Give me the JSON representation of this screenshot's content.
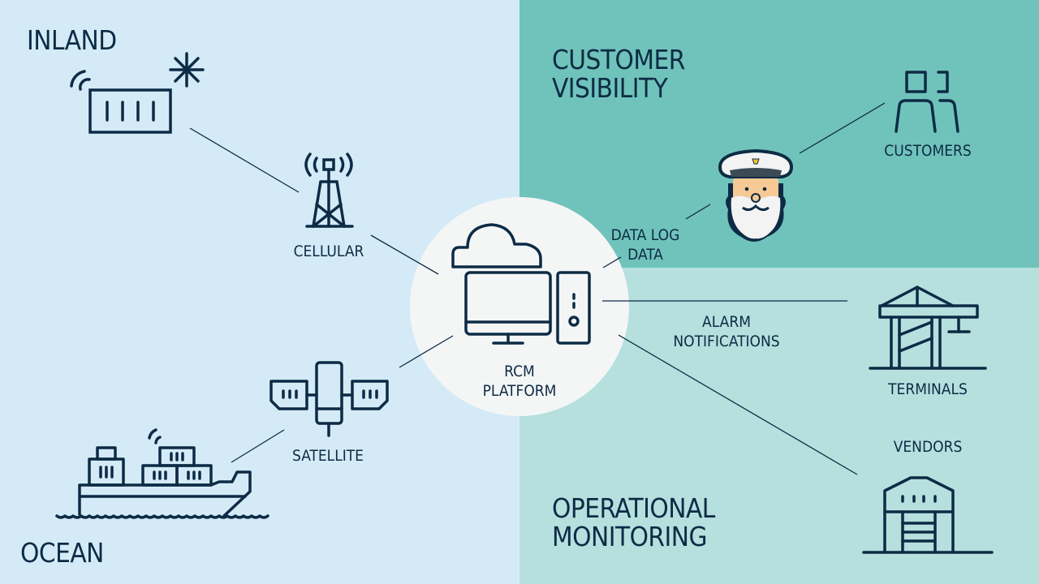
{
  "colors": {
    "inland_ocean_bg": "#d4ebf7",
    "customer_visibility_bg": "#70c3bb",
    "operational_monitoring_bg": "#b5e0de",
    "hub_bg": "#f4f6f6",
    "ink": "#0d2b45"
  },
  "regions": {
    "inland": "INLAND",
    "ocean": "OCEAN",
    "customer_visibility": "CUSTOMER\nVISIBILITY",
    "operational_monitoring": "OPERATIONAL\nMONITORING"
  },
  "hub": {
    "label": "RCM\nPLATFORM",
    "icon": "cloud-computer-icon"
  },
  "nodes": {
    "cellular": {
      "label": "CELLULAR",
      "icon": "cell-tower-icon"
    },
    "satellite": {
      "label": "SATELLITE",
      "icon": "satellite-icon"
    },
    "customers": {
      "label": "CUSTOMERS",
      "icon": "users-icon"
    },
    "terminals": {
      "label": "TERMINALS",
      "icon": "crane-icon"
    },
    "vendors": {
      "label": "VENDORS",
      "icon": "warehouse-icon"
    },
    "reefer_container": {
      "icon": "reefer-container-icon"
    },
    "ship": {
      "icon": "container-ship-icon"
    },
    "captain": {
      "icon": "captain-mascot-icon"
    }
  },
  "edges": {
    "data_log": "DATA LOG\nDATA",
    "alarm": "ALARM\nNOTIFICATIONS"
  }
}
